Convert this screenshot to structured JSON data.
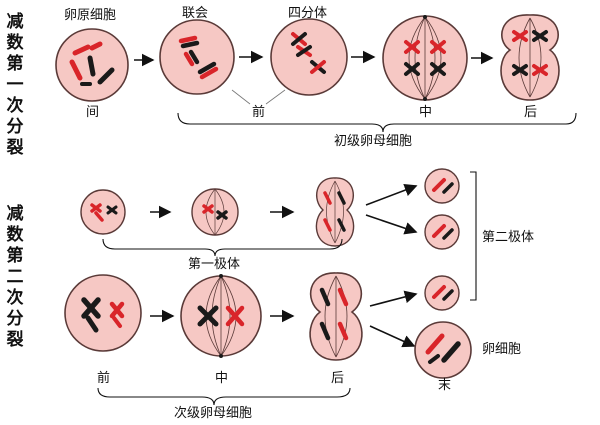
{
  "stage_titles": {
    "meiosis_one": "减数第一次分裂",
    "meiosis_two": "减数第二次分裂"
  },
  "top_labels": {
    "oogonium": "卵原细胞",
    "synapsis": "联会",
    "tetrad": "四分体",
    "interphase": "间",
    "prophase": "前",
    "metaphase": "中",
    "anaphase": "后",
    "primary_oocyte": "初级卵母细胞"
  },
  "bottom_labels": {
    "first_polar_body": "第一极体",
    "second_polar_body": "第二极体",
    "egg_cell": "卵细胞",
    "prophase": "前",
    "metaphase": "中",
    "anaphase": "后",
    "telophase": "末",
    "secondary_oocyte": "次级卵母细胞"
  },
  "colors": {
    "cell_fill": "#f6c8c4",
    "cell_stroke": "#5a3a38",
    "red_chromosome": "#d9252a",
    "black_chromosome": "#1a1a1a",
    "label_text": "#111111"
  }
}
